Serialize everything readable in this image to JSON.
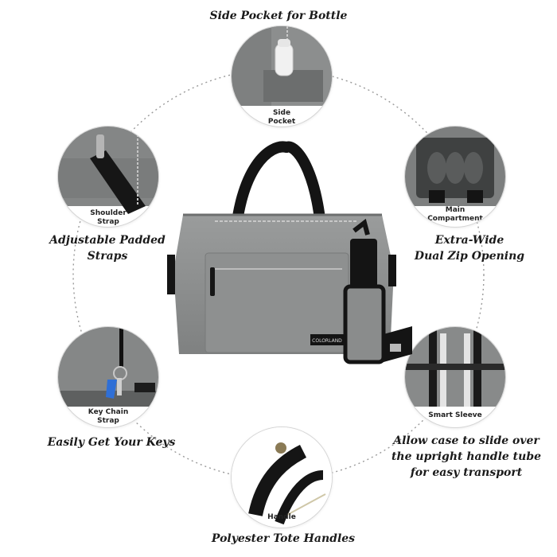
{
  "colors": {
    "fabric": "#8f9191",
    "fabric_dark": "#6e7070",
    "strap": "#151515",
    "hardware": "#b9b9b9",
    "accent_blue": "#2f6fd6"
  },
  "captions": {
    "side_pocket": "Side Pocket for Bottle",
    "padded_straps_line1": "Adjustable Padded",
    "padded_straps_line2": "Straps",
    "dual_zip_line1": "Extra-Wide",
    "dual_zip_line2": "Dual Zip Opening",
    "keys": "Easily Get Your Keys",
    "sleeve_line1": "Allow case to slide over",
    "sleeve_line2": "the upright handle tube",
    "sleeve_line3": "for easy transport",
    "tote_handles": "Polyester Tote Handles"
  },
  "bubbles": {
    "side_pocket_line1": "Side",
    "side_pocket_line2": "Pocket",
    "shoulder_strap_line1": "Shoulder",
    "shoulder_strap_line2": "Strap",
    "main_compartment_line1": "Main",
    "main_compartment_line2": "Compartment",
    "key_chain_line1": "Key Chain",
    "key_chain_line2": "Strap",
    "smart_sleeve": "Smart Sleeve",
    "handle": "Handle"
  },
  "brand": {
    "logo_text": "COLORLAND"
  }
}
